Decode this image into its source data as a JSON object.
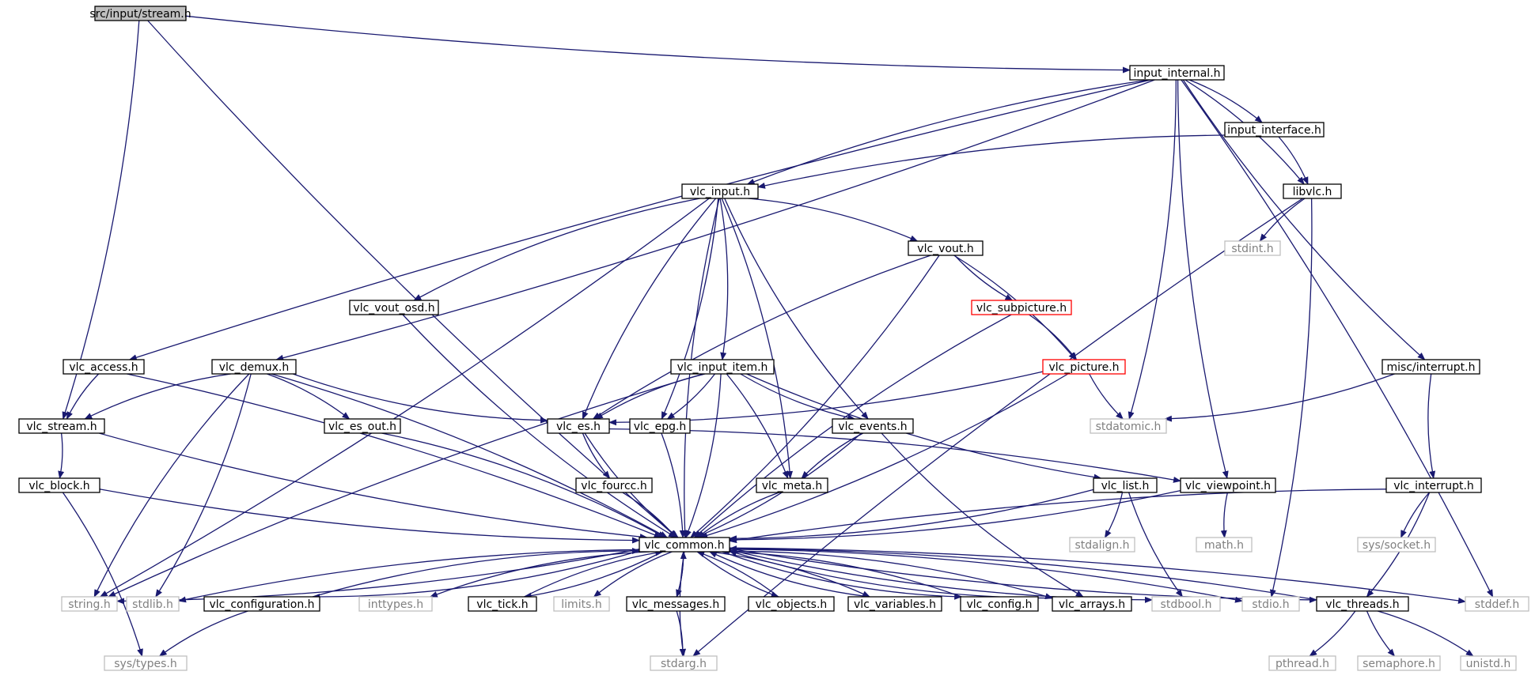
{
  "colors": {
    "edge": "#191970",
    "root_fill": "#bfbfbf",
    "normal_border": "#000000",
    "external_border": "#bfbfbf",
    "truncated_border": "#ff0000",
    "external_text": "#808080",
    "text": "#000000"
  },
  "nodes": [
    {
      "id": "stream_h",
      "label": "src/input/stream.h",
      "kind": "root"
    },
    {
      "id": "input_internal",
      "label": "input_internal.h",
      "kind": "normal"
    },
    {
      "id": "input_interface",
      "label": "input_interface.h",
      "kind": "normal"
    },
    {
      "id": "vlc_input",
      "label": "vlc_input.h",
      "kind": "normal"
    },
    {
      "id": "libvlc",
      "label": "libvlc.h",
      "kind": "normal"
    },
    {
      "id": "stdint",
      "label": "stdint.h",
      "kind": "external"
    },
    {
      "id": "vlc_vout",
      "label": "vlc_vout.h",
      "kind": "normal"
    },
    {
      "id": "vlc_vout_osd",
      "label": "vlc_vout_osd.h",
      "kind": "normal"
    },
    {
      "id": "vlc_subpicture",
      "label": "vlc_subpicture.h",
      "kind": "truncated"
    },
    {
      "id": "vlc_access",
      "label": "vlc_access.h",
      "kind": "normal"
    },
    {
      "id": "vlc_demux",
      "label": "vlc_demux.h",
      "kind": "normal"
    },
    {
      "id": "vlc_input_item",
      "label": "vlc_input_item.h",
      "kind": "normal"
    },
    {
      "id": "vlc_picture",
      "label": "vlc_picture.h",
      "kind": "truncated"
    },
    {
      "id": "misc_interrupt",
      "label": "misc/interrupt.h",
      "kind": "normal"
    },
    {
      "id": "vlc_stream",
      "label": "vlc_stream.h",
      "kind": "normal"
    },
    {
      "id": "vlc_es_out",
      "label": "vlc_es_out.h",
      "kind": "normal"
    },
    {
      "id": "vlc_es",
      "label": "vlc_es.h",
      "kind": "normal"
    },
    {
      "id": "vlc_epg",
      "label": "vlc_epg.h",
      "kind": "normal"
    },
    {
      "id": "vlc_events",
      "label": "vlc_events.h",
      "kind": "normal"
    },
    {
      "id": "stdatomic",
      "label": "stdatomic.h",
      "kind": "external"
    },
    {
      "id": "vlc_block",
      "label": "vlc_block.h",
      "kind": "normal"
    },
    {
      "id": "vlc_fourcc",
      "label": "vlc_fourcc.h",
      "kind": "normal"
    },
    {
      "id": "vlc_meta",
      "label": "vlc_meta.h",
      "kind": "normal"
    },
    {
      "id": "vlc_list",
      "label": "vlc_list.h",
      "kind": "normal"
    },
    {
      "id": "vlc_viewpoint",
      "label": "vlc_viewpoint.h",
      "kind": "normal"
    },
    {
      "id": "vlc_interrupt",
      "label": "vlc_interrupt.h",
      "kind": "normal"
    },
    {
      "id": "vlc_common",
      "label": "vlc_common.h",
      "kind": "normal"
    },
    {
      "id": "stdalign",
      "label": "stdalign.h",
      "kind": "external"
    },
    {
      "id": "math",
      "label": "math.h",
      "kind": "external"
    },
    {
      "id": "sys_socket",
      "label": "sys/socket.h",
      "kind": "external"
    },
    {
      "id": "string",
      "label": "string.h",
      "kind": "external"
    },
    {
      "id": "stdlib",
      "label": "stdlib.h",
      "kind": "external"
    },
    {
      "id": "vlc_configuration",
      "label": "vlc_configuration.h",
      "kind": "normal"
    },
    {
      "id": "inttypes",
      "label": "inttypes.h",
      "kind": "external"
    },
    {
      "id": "vlc_tick",
      "label": "vlc_tick.h",
      "kind": "normal"
    },
    {
      "id": "limits",
      "label": "limits.h",
      "kind": "external"
    },
    {
      "id": "vlc_messages",
      "label": "vlc_messages.h",
      "kind": "normal"
    },
    {
      "id": "vlc_objects",
      "label": "vlc_objects.h",
      "kind": "normal"
    },
    {
      "id": "vlc_variables",
      "label": "vlc_variables.h",
      "kind": "normal"
    },
    {
      "id": "vlc_config",
      "label": "vlc_config.h",
      "kind": "normal"
    },
    {
      "id": "vlc_arrays",
      "label": "vlc_arrays.h",
      "kind": "normal"
    },
    {
      "id": "stdbool",
      "label": "stdbool.h",
      "kind": "external"
    },
    {
      "id": "stdio",
      "label": "stdio.h",
      "kind": "external"
    },
    {
      "id": "vlc_threads",
      "label": "vlc_threads.h",
      "kind": "normal"
    },
    {
      "id": "stddef",
      "label": "stddef.h",
      "kind": "external"
    },
    {
      "id": "sys_types",
      "label": "sys/types.h",
      "kind": "external"
    },
    {
      "id": "stdarg",
      "label": "stdarg.h",
      "kind": "external"
    },
    {
      "id": "pthread",
      "label": "pthread.h",
      "kind": "external"
    },
    {
      "id": "semaphore",
      "label": "semaphore.h",
      "kind": "external"
    },
    {
      "id": "unistd",
      "label": "unistd.h",
      "kind": "external"
    }
  ],
  "edges": [
    [
      "stream_h",
      "input_internal"
    ],
    [
      "stream_h",
      "vlc_stream"
    ],
    [
      "stream_h",
      "vlc_common"
    ],
    [
      "input_internal",
      "input_interface"
    ],
    [
      "input_internal",
      "vlc_input"
    ],
    [
      "input_internal",
      "libvlc"
    ],
    [
      "input_internal",
      "vlc_access"
    ],
    [
      "input_internal",
      "vlc_demux"
    ],
    [
      "input_internal",
      "misc_interrupt"
    ],
    [
      "input_internal",
      "stdatomic"
    ],
    [
      "input_internal",
      "vlc_viewpoint"
    ],
    [
      "input_internal",
      "stddef"
    ],
    [
      "input_interface",
      "vlc_input"
    ],
    [
      "input_interface",
      "libvlc"
    ],
    [
      "libvlc",
      "stdint"
    ],
    [
      "libvlc",
      "stdio"
    ],
    [
      "libvlc",
      "stdarg"
    ],
    [
      "vlc_input",
      "vlc_vout"
    ],
    [
      "vlc_input",
      "vlc_vout_osd"
    ],
    [
      "vlc_input",
      "vlc_input_item"
    ],
    [
      "vlc_input",
      "vlc_es"
    ],
    [
      "vlc_input",
      "vlc_epg"
    ],
    [
      "vlc_input",
      "vlc_events"
    ],
    [
      "vlc_input",
      "vlc_meta"
    ],
    [
      "vlc_input",
      "vlc_common"
    ],
    [
      "vlc_input",
      "string"
    ],
    [
      "vlc_vout",
      "vlc_subpicture"
    ],
    [
      "vlc_vout",
      "vlc_picture"
    ],
    [
      "vlc_vout",
      "vlc_es"
    ],
    [
      "vlc_vout",
      "vlc_common"
    ],
    [
      "vlc_vout_osd",
      "vlc_common"
    ],
    [
      "vlc_subpicture",
      "vlc_picture"
    ],
    [
      "vlc_subpicture",
      "vlc_common"
    ],
    [
      "vlc_picture",
      "vlc_es"
    ],
    [
      "vlc_picture",
      "stdatomic"
    ],
    [
      "vlc_picture",
      "vlc_common"
    ],
    [
      "vlc_access",
      "vlc_stream"
    ],
    [
      "vlc_access",
      "vlc_common"
    ],
    [
      "vlc_demux",
      "vlc_stream"
    ],
    [
      "vlc_demux",
      "vlc_es_out"
    ],
    [
      "vlc_demux",
      "vlc_es"
    ],
    [
      "vlc_demux",
      "vlc_common"
    ],
    [
      "vlc_demux",
      "string"
    ],
    [
      "vlc_demux",
      "stdlib"
    ],
    [
      "vlc_input_item",
      "vlc_es"
    ],
    [
      "vlc_input_item",
      "vlc_epg"
    ],
    [
      "vlc_input_item",
      "vlc_events"
    ],
    [
      "vlc_input_item",
      "vlc_meta"
    ],
    [
      "vlc_input_item",
      "vlc_list"
    ],
    [
      "vlc_input_item",
      "vlc_common"
    ],
    [
      "vlc_input_item",
      "string"
    ],
    [
      "misc_interrupt",
      "stdatomic"
    ],
    [
      "misc_interrupt",
      "vlc_interrupt"
    ],
    [
      "vlc_stream",
      "vlc_block"
    ],
    [
      "vlc_stream",
      "vlc_common"
    ],
    [
      "vlc_es_out",
      "vlc_common"
    ],
    [
      "vlc_es",
      "vlc_fourcc"
    ],
    [
      "vlc_es",
      "vlc_viewpoint"
    ],
    [
      "vlc_es",
      "vlc_common"
    ],
    [
      "vlc_epg",
      "vlc_common"
    ],
    [
      "vlc_events",
      "vlc_meta"
    ],
    [
      "vlc_events",
      "vlc_common"
    ],
    [
      "vlc_events",
      "vlc_arrays"
    ],
    [
      "vlc_block",
      "sys_types"
    ],
    [
      "vlc_block",
      "vlc_common"
    ],
    [
      "vlc_fourcc",
      "vlc_common"
    ],
    [
      "vlc_meta",
      "vlc_common"
    ],
    [
      "vlc_list",
      "stdalign"
    ],
    [
      "vlc_list",
      "stdbool"
    ],
    [
      "vlc_list",
      "vlc_common"
    ],
    [
      "vlc_viewpoint",
      "math"
    ],
    [
      "vlc_viewpoint",
      "vlc_common"
    ],
    [
      "vlc_interrupt",
      "sys_socket"
    ],
    [
      "vlc_interrupt",
      "vlc_threads"
    ],
    [
      "vlc_interrupt",
      "vlc_common"
    ],
    [
      "vlc_common",
      "string"
    ],
    [
      "vlc_common",
      "stdlib"
    ],
    [
      "vlc_common",
      "vlc_configuration"
    ],
    [
      "vlc_common",
      "inttypes"
    ],
    [
      "vlc_common",
      "vlc_tick"
    ],
    [
      "vlc_common",
      "limits"
    ],
    [
      "vlc_common",
      "vlc_messages"
    ],
    [
      "vlc_common",
      "vlc_objects"
    ],
    [
      "vlc_common",
      "vlc_variables"
    ],
    [
      "vlc_common",
      "vlc_config"
    ],
    [
      "vlc_common",
      "vlc_arrays"
    ],
    [
      "vlc_common",
      "stdbool"
    ],
    [
      "vlc_common",
      "stdio"
    ],
    [
      "vlc_common",
      "vlc_threads"
    ],
    [
      "vlc_common",
      "stddef"
    ],
    [
      "vlc_common",
      "stdarg"
    ],
    [
      "vlc_configuration",
      "vlc_common"
    ],
    [
      "vlc_configuration",
      "sys_types"
    ],
    [
      "vlc_tick",
      "vlc_common"
    ],
    [
      "vlc_messages",
      "vlc_common"
    ],
    [
      "vlc_messages",
      "stdarg"
    ],
    [
      "vlc_objects",
      "vlc_common"
    ],
    [
      "vlc_variables",
      "vlc_common"
    ],
    [
      "vlc_config",
      "vlc_common"
    ],
    [
      "vlc_arrays",
      "vlc_common"
    ],
    [
      "vlc_threads",
      "vlc_common"
    ],
    [
      "vlc_threads",
      "pthread"
    ],
    [
      "vlc_threads",
      "semaphore"
    ],
    [
      "vlc_threads",
      "unistd"
    ]
  ]
}
